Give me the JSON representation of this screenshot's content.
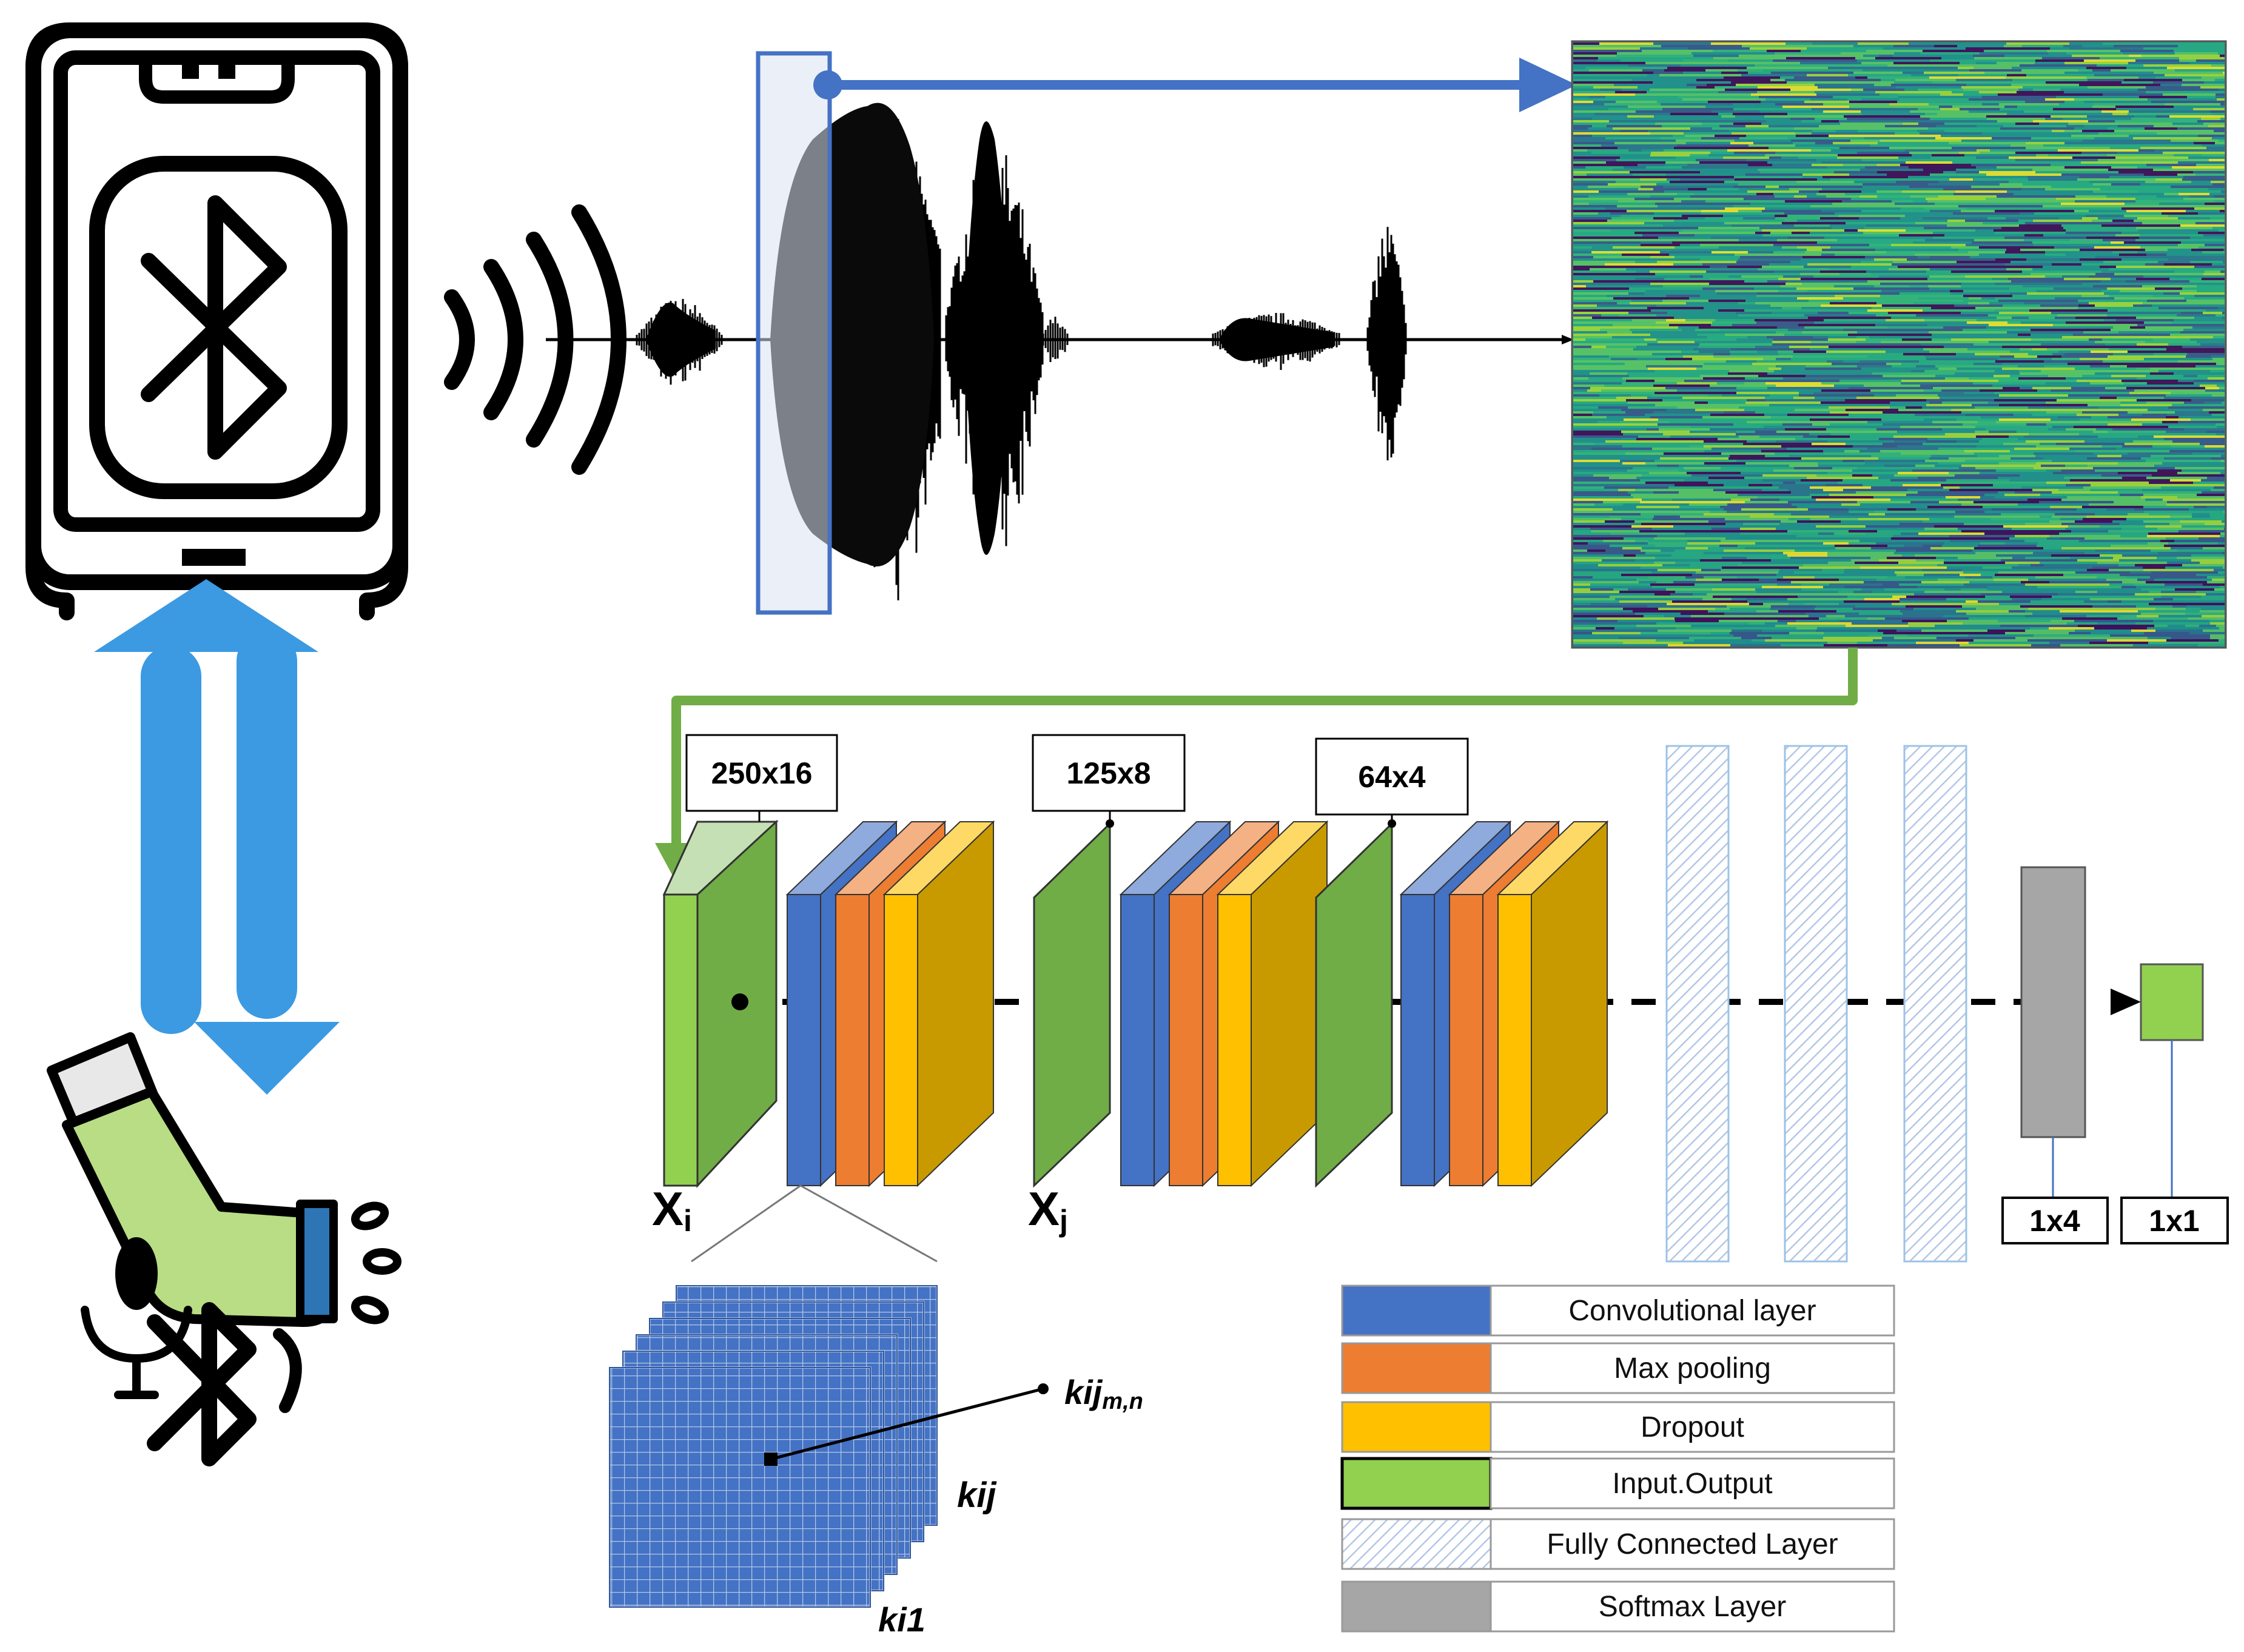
{
  "colors": {
    "conv": "#4472c4",
    "conv_light": "#8faadc",
    "pool": "#ed7d31",
    "pool_light": "#f4b183",
    "dropout": "#ffc000",
    "dropout_dark": "#c99a00",
    "io": "#92d050",
    "io_dark": "#70ad47",
    "softmax": "#a6a6a6",
    "flow_blue": "#4472c4",
    "arrow_blue": "#3b9ae1",
    "flow_green": "#70ad47",
    "inhaler": "#b8dd84"
  },
  "icons": {
    "phone": "smartphone-bluetooth-icon",
    "waves": "sound-waves-icon",
    "inhaler": "smart-inhaler-icon",
    "waveform": "audio-waveform",
    "spectrogram": "spectrogram-heatmap",
    "kernel": "convolution-kernel-stack"
  },
  "network": {
    "dims": [
      "250x16",
      "125x8",
      "64x4"
    ],
    "input_label": "X",
    "input_sub": "i",
    "mid_label": "X",
    "mid_sub": "j",
    "softmax_dim": "1x4",
    "output_dim": "1x1"
  },
  "kernel": {
    "k_mn_main": "k",
    "k_mn_sub": "ij",
    "k_mn_subsub": "m,n",
    "k_ij_main": "k",
    "k_ij_sub": "ij",
    "k_i1_main": "k",
    "k_i1_sub": "i1"
  },
  "legend": [
    {
      "label": "Convolutional layer",
      "key": "conv"
    },
    {
      "label": "Max pooling",
      "key": "pool"
    },
    {
      "label": "Dropout",
      "key": "dropout"
    },
    {
      "label": "Input.Output",
      "key": "io"
    },
    {
      "label": "Fully Connected Layer",
      "key": "fc"
    },
    {
      "label": "Softmax Layer",
      "key": "softmax"
    }
  ]
}
